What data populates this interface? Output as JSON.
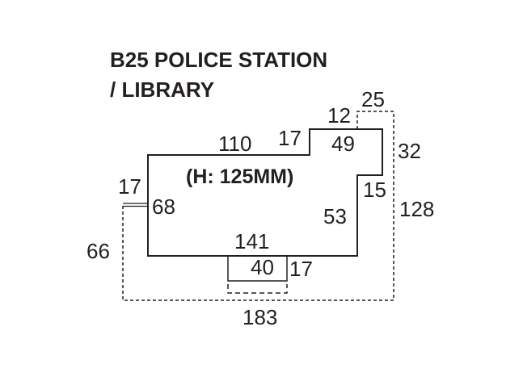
{
  "title_line1": "B25 POLICE STATION",
  "title_line2": "/ LIBRARY",
  "height_note": "(H: 125MM)",
  "dimensions": {
    "top_left": "110",
    "step_up": "17",
    "top_right_offset": "12",
    "outer_top": "25",
    "top_right": "49",
    "outer_right_upper": "32",
    "left_gap": "17",
    "left": "68",
    "right_step": "15",
    "right_lower": "53",
    "outer_right": "128",
    "outer_left": "66",
    "bottom": "141",
    "tab_width": "40",
    "tab_depth": "17",
    "outer_bottom": "183"
  },
  "line_color": "#231f20"
}
